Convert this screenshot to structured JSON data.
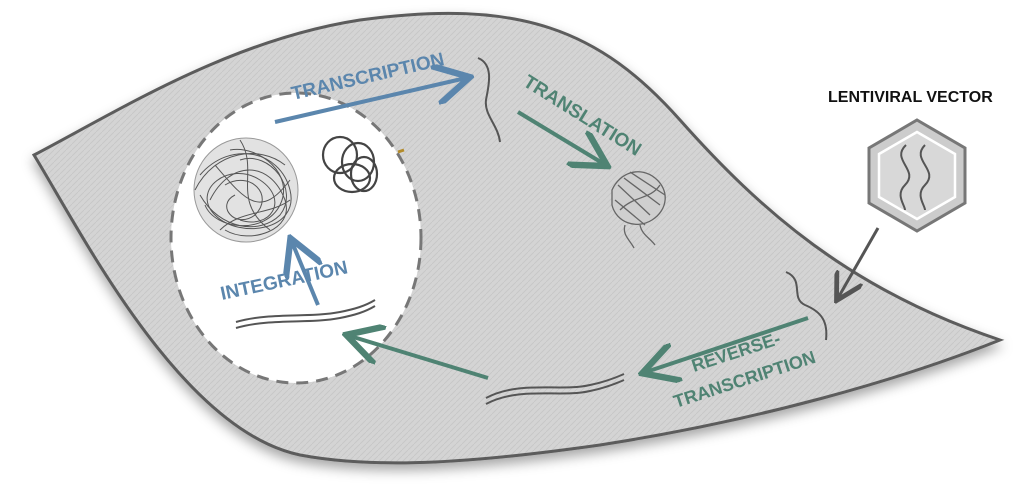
{
  "labels": {
    "transcription": "TRANSCRIPTION",
    "translation": "TRANSLATION",
    "lentiviral_vector": "LENTIVIRAL VECTOR",
    "reverse": "REVERSE-",
    "transcription2": "TRANSCRIPTION",
    "integration": "INTEGRATION"
  },
  "colors": {
    "blue": "#5b86ad",
    "teal": "#4f8373",
    "cell_fill": "#d3d3d3",
    "cell_stroke": "#5c5c5c",
    "dark": "#111111",
    "hexagon_fill": "#cfcfcf"
  }
}
